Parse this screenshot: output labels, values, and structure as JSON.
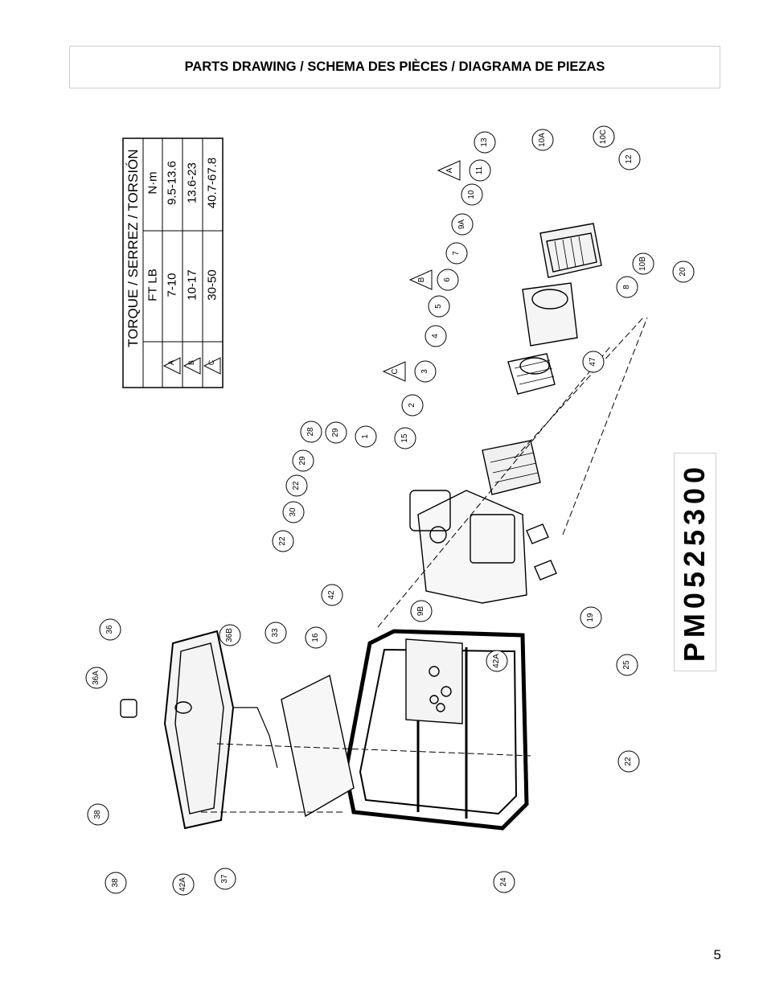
{
  "header": {
    "title": "PARTS DRAWING / SCHEMA DES PIÈCES / DIAGRAMA DE PIEZAS"
  },
  "page_number": "5",
  "model_number": "PM0525300",
  "torque_table": {
    "title": "TORQUE / SERREZ / TORSIÓN",
    "col_ftlb": "FT LB",
    "col_nm": "N·m",
    "rows": [
      {
        "mark": "A",
        "ftlb": "7-10",
        "nm": "9.5-13.6"
      },
      {
        "mark": "B",
        "ftlb": "10-17",
        "nm": "13.6-23"
      },
      {
        "mark": "C",
        "ftlb": "30-50",
        "nm": "40.7-67.8"
      }
    ]
  },
  "callouts": [
    "13",
    "10A",
    "10C",
    "12",
    "11",
    "10",
    "A",
    "9A",
    "7",
    "10B",
    "8",
    "20",
    "B",
    "6",
    "5",
    "47",
    "4",
    "C",
    "3",
    "2",
    "15",
    "1",
    "28",
    "29",
    "29",
    "22",
    "30",
    "22",
    "42",
    "9B",
    "16",
    "33",
    "36",
    "36B",
    "36A",
    "42A",
    "38",
    "38",
    "42A",
    "37",
    "24",
    "22",
    "25",
    "19"
  ]
}
